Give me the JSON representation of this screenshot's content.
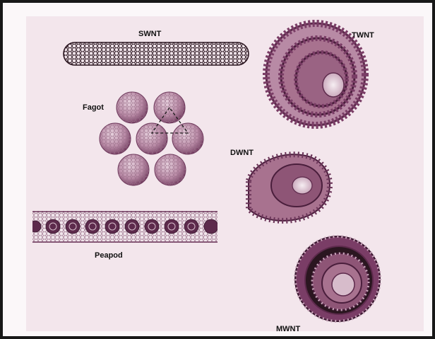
{
  "figure": {
    "colors": {
      "frame": "#181818",
      "panel_background": "#f3e6ec",
      "tube_purple": "#7a3d66",
      "tube_light": "#c9a6bb",
      "lattice_dark": "#2b1620"
    },
    "labels": {
      "swnt": "SWNT",
      "twnt": "TWNT",
      "fagot": "Fagot",
      "dwnt": "DWNT",
      "peapod": "Peapod",
      "mwnt": "MWNT"
    }
  }
}
